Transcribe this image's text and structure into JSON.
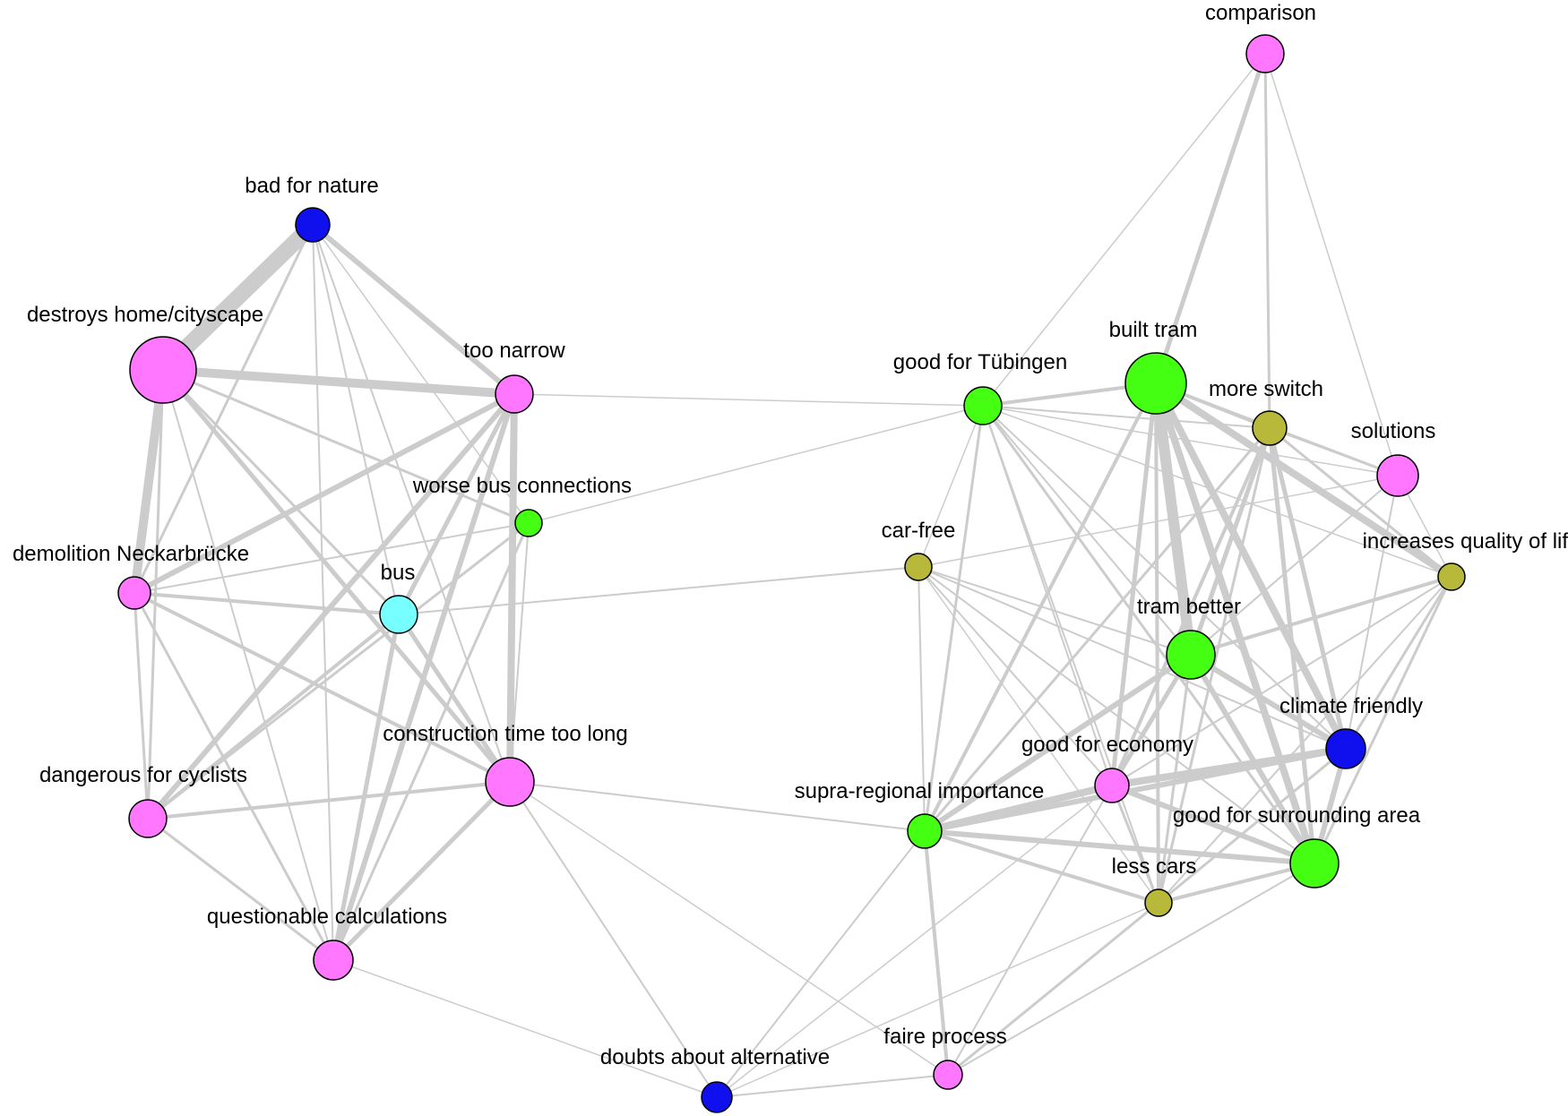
{
  "colors": {
    "pink": "#ff77ff",
    "green": "#44ff11",
    "olive": "#b8b83a",
    "blue": "#1010ee",
    "cyan": "#77ffff",
    "edge": "#cccccc"
  },
  "nodes": [
    {
      "id": "bad-for-nature",
      "label": "bad for nature",
      "color": "blue"
    },
    {
      "id": "destroys-home",
      "label": "destroys home/cityscape",
      "color": "pink"
    },
    {
      "id": "too-narrow",
      "label": "too narrow",
      "color": "pink"
    },
    {
      "id": "worse-bus",
      "label": "worse bus connections",
      "color": "green"
    },
    {
      "id": "demolition",
      "label": "demolition Neckarbrücke",
      "color": "pink"
    },
    {
      "id": "bus",
      "label": "bus",
      "color": "cyan"
    },
    {
      "id": "construction-time",
      "label": "construction time too long",
      "color": "pink"
    },
    {
      "id": "dangerous-cyclists",
      "label": "dangerous for cyclists",
      "color": "pink"
    },
    {
      "id": "questionable-calc",
      "label": "questionable calculations",
      "color": "pink"
    },
    {
      "id": "doubts-alternative",
      "label": "doubts about alternative",
      "color": "blue"
    },
    {
      "id": "faire-process",
      "label": "faire process",
      "color": "pink"
    },
    {
      "id": "comparison",
      "label": "comparison",
      "color": "pink"
    },
    {
      "id": "good-tuebingen",
      "label": "good for Tübingen",
      "color": "green"
    },
    {
      "id": "built-tram",
      "label": "built tram",
      "color": "green"
    },
    {
      "id": "more-switch",
      "label": "more switch",
      "color": "olive"
    },
    {
      "id": "solutions",
      "label": "solutions",
      "color": "pink"
    },
    {
      "id": "car-free",
      "label": "car-free",
      "color": "olive"
    },
    {
      "id": "quality-life",
      "label": "increases quality of life",
      "color": "olive"
    },
    {
      "id": "tram-better",
      "label": "tram better",
      "color": "green"
    },
    {
      "id": "climate-friendly",
      "label": "climate friendly",
      "color": "blue"
    },
    {
      "id": "good-economy",
      "label": "good for economy",
      "color": "pink"
    },
    {
      "id": "supra-regional",
      "label": "supra-regional importance",
      "color": "green"
    },
    {
      "id": "good-surrounding",
      "label": "good for surrounding area",
      "color": "green"
    },
    {
      "id": "less-cars",
      "label": "less cars",
      "color": "olive"
    }
  ],
  "edges": [
    [
      "bad-for-nature",
      "destroys-home",
      18
    ],
    [
      "bad-for-nature",
      "too-narrow",
      6
    ],
    [
      "bad-for-nature",
      "demolition",
      3
    ],
    [
      "bad-for-nature",
      "bus",
      2
    ],
    [
      "bad-for-nature",
      "construction-time",
      2
    ],
    [
      "bad-for-nature",
      "questionable-calc",
      2
    ],
    [
      "bad-for-nature",
      "worse-bus",
      1.5
    ],
    [
      "destroys-home",
      "too-narrow",
      10
    ],
    [
      "destroys-home",
      "demolition",
      10
    ],
    [
      "destroys-home",
      "construction-time",
      5
    ],
    [
      "destroys-home",
      "bus",
      3
    ],
    [
      "destroys-home",
      "dangerous-cyclists",
      3
    ],
    [
      "destroys-home",
      "worse-bus",
      3
    ],
    [
      "destroys-home",
      "questionable-calc",
      2
    ],
    [
      "too-narrow",
      "demolition",
      6
    ],
    [
      "too-narrow",
      "construction-time",
      8
    ],
    [
      "too-narrow",
      "bus",
      5
    ],
    [
      "too-narrow",
      "dangerous-cyclists",
      6
    ],
    [
      "too-narrow",
      "questionable-calc",
      6
    ],
    [
      "too-narrow",
      "good-tuebingen",
      1.5
    ],
    [
      "worse-bus",
      "demolition",
      2
    ],
    [
      "worse-bus",
      "dangerous-cyclists",
      3
    ],
    [
      "worse-bus",
      "questionable-calc",
      3
    ],
    [
      "worse-bus",
      "construction-time",
      2
    ],
    [
      "worse-bus",
      "good-tuebingen",
      1.5
    ],
    [
      "demolition",
      "bus",
      4
    ],
    [
      "demolition",
      "construction-time",
      4
    ],
    [
      "demolition",
      "dangerous-cyclists",
      3
    ],
    [
      "demolition",
      "questionable-calc",
      3
    ],
    [
      "bus",
      "construction-time",
      5
    ],
    [
      "bus",
      "dangerous-cyclists",
      4
    ],
    [
      "bus",
      "questionable-calc",
      5
    ],
    [
      "bus",
      "car-free",
      2
    ],
    [
      "construction-time",
      "dangerous-cyclists",
      4
    ],
    [
      "construction-time",
      "questionable-calc",
      5
    ],
    [
      "construction-time",
      "supra-regional",
      2
    ],
    [
      "construction-time",
      "doubts-alternative",
      2
    ],
    [
      "construction-time",
      "faire-process",
      1.5
    ],
    [
      "dangerous-cyclists",
      "questionable-calc",
      3
    ],
    [
      "questionable-calc",
      "doubts-alternative",
      1.5
    ],
    [
      "doubts-alternative",
      "faire-process",
      2
    ],
    [
      "doubts-alternative",
      "supra-regional",
      2
    ],
    [
      "doubts-alternative",
      "good-economy",
      1.5
    ],
    [
      "comparison",
      "built-tram",
      5
    ],
    [
      "comparison",
      "good-tuebingen",
      1.5
    ],
    [
      "comparison",
      "more-switch",
      3
    ],
    [
      "comparison",
      "solutions",
      1.5
    ],
    [
      "good-tuebingen",
      "built-tram",
      4
    ],
    [
      "good-tuebingen",
      "more-switch",
      2
    ],
    [
      "good-tuebingen",
      "car-free",
      1.5
    ],
    [
      "good-tuebingen",
      "tram-better",
      2
    ],
    [
      "good-tuebingen",
      "supra-regional",
      3
    ],
    [
      "good-tuebingen",
      "good-economy",
      2
    ],
    [
      "good-tuebingen",
      "good-surrounding",
      3
    ],
    [
      "good-tuebingen",
      "less-cars",
      2
    ],
    [
      "good-tuebingen",
      "climate-friendly",
      2
    ],
    [
      "good-tuebingen",
      "quality-life",
      1.5
    ],
    [
      "good-tuebingen",
      "solutions",
      1.5
    ],
    [
      "built-tram",
      "more-switch",
      4
    ],
    [
      "built-tram",
      "tram-better",
      12
    ],
    [
      "built-tram",
      "climate-friendly",
      8
    ],
    [
      "built-tram",
      "good-surrounding",
      8
    ],
    [
      "built-tram",
      "good-economy",
      5
    ],
    [
      "built-tram",
      "supra-regional",
      4
    ],
    [
      "built-tram",
      "less-cars",
      4
    ],
    [
      "built-tram",
      "quality-life",
      8
    ],
    [
      "built-tram",
      "solutions",
      3
    ],
    [
      "more-switch",
      "tram-better",
      5
    ],
    [
      "more-switch",
      "climate-friendly",
      5
    ],
    [
      "more-switch",
      "good-surrounding",
      5
    ],
    [
      "more-switch",
      "good-economy",
      4
    ],
    [
      "more-switch",
      "supra-regional",
      3
    ],
    [
      "more-switch",
      "less-cars",
      3
    ],
    [
      "more-switch",
      "quality-life",
      3
    ],
    [
      "more-switch",
      "solutions",
      2
    ],
    [
      "solutions",
      "tram-better",
      2
    ],
    [
      "solutions",
      "quality-life",
      1.5
    ],
    [
      "solutions",
      "car-free",
      1.5
    ],
    [
      "solutions",
      "climate-friendly",
      2
    ],
    [
      "car-free",
      "tram-better",
      2
    ],
    [
      "car-free",
      "supra-regional",
      2
    ],
    [
      "car-free",
      "good-economy",
      2
    ],
    [
      "car-free",
      "good-surrounding",
      2
    ],
    [
      "car-free",
      "less-cars",
      1.5
    ],
    [
      "car-free",
      "climate-friendly",
      2
    ],
    [
      "quality-life",
      "tram-better",
      4
    ],
    [
      "quality-life",
      "climate-friendly",
      3
    ],
    [
      "quality-life",
      "good-surrounding",
      3
    ],
    [
      "quality-life",
      "less-cars",
      2
    ],
    [
      "quality-life",
      "good-economy",
      2
    ],
    [
      "tram-better",
      "climate-friendly",
      6
    ],
    [
      "tram-better",
      "good-surrounding",
      6
    ],
    [
      "tram-better",
      "good-economy",
      5
    ],
    [
      "tram-better",
      "supra-regional",
      6
    ],
    [
      "tram-better",
      "less-cars",
      3
    ],
    [
      "climate-friendly",
      "good-economy",
      8
    ],
    [
      "climate-friendly",
      "good-surrounding",
      6
    ],
    [
      "climate-friendly",
      "supra-regional",
      6
    ],
    [
      "climate-friendly",
      "less-cars",
      3
    ],
    [
      "good-economy",
      "supra-regional",
      8
    ],
    [
      "good-economy",
      "good-surrounding",
      6
    ],
    [
      "good-economy",
      "less-cars",
      3
    ],
    [
      "good-economy",
      "faire-process",
      2
    ],
    [
      "supra-regional",
      "good-surrounding",
      6
    ],
    [
      "supra-regional",
      "less-cars",
      4
    ],
    [
      "supra-regional",
      "faire-process",
      4
    ],
    [
      "supra-regional",
      "doubts-alternative",
      1.5
    ],
    [
      "good-surrounding",
      "less-cars",
      4
    ],
    [
      "good-surrounding",
      "faire-process",
      2
    ],
    [
      "less-cars",
      "faire-process",
      3
    ],
    [
      "less-cars",
      "doubts-alternative",
      1.5
    ]
  ]
}
